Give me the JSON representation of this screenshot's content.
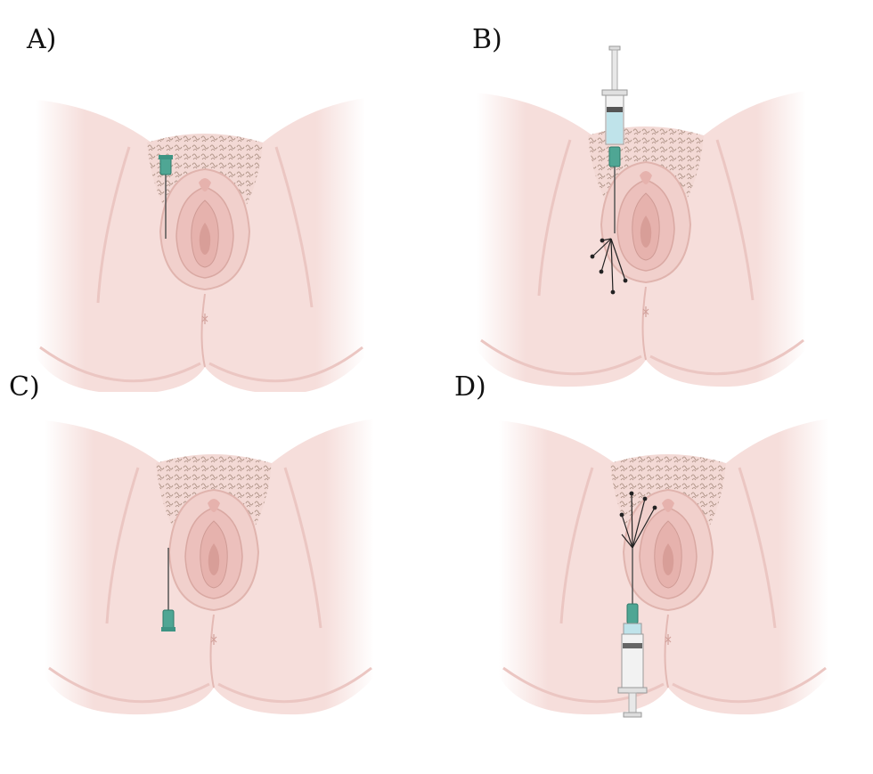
{
  "panels": [
    {
      "label": "A)",
      "needle": "entry-top",
      "syringe": "none",
      "arrows": "none"
    },
    {
      "label": "B)",
      "needle": "entry-top",
      "syringe": "above",
      "arrows": "fan-down"
    },
    {
      "label": "C)",
      "needle": "entry-bottom",
      "syringe": "none",
      "arrows": "none"
    },
    {
      "label": "D)",
      "needle": "entry-bottom",
      "syringe": "below",
      "arrows": "fan-up"
    }
  ],
  "colors": {
    "skin": "#f6dedb",
    "skin_shadow": "#ebc6c2",
    "inner": "#efc9c6",
    "hair": "#b59a8e",
    "needle_hub": "#4fa694",
    "syringe_fluid": "#bfe3ea",
    "arrow": "#222222"
  }
}
